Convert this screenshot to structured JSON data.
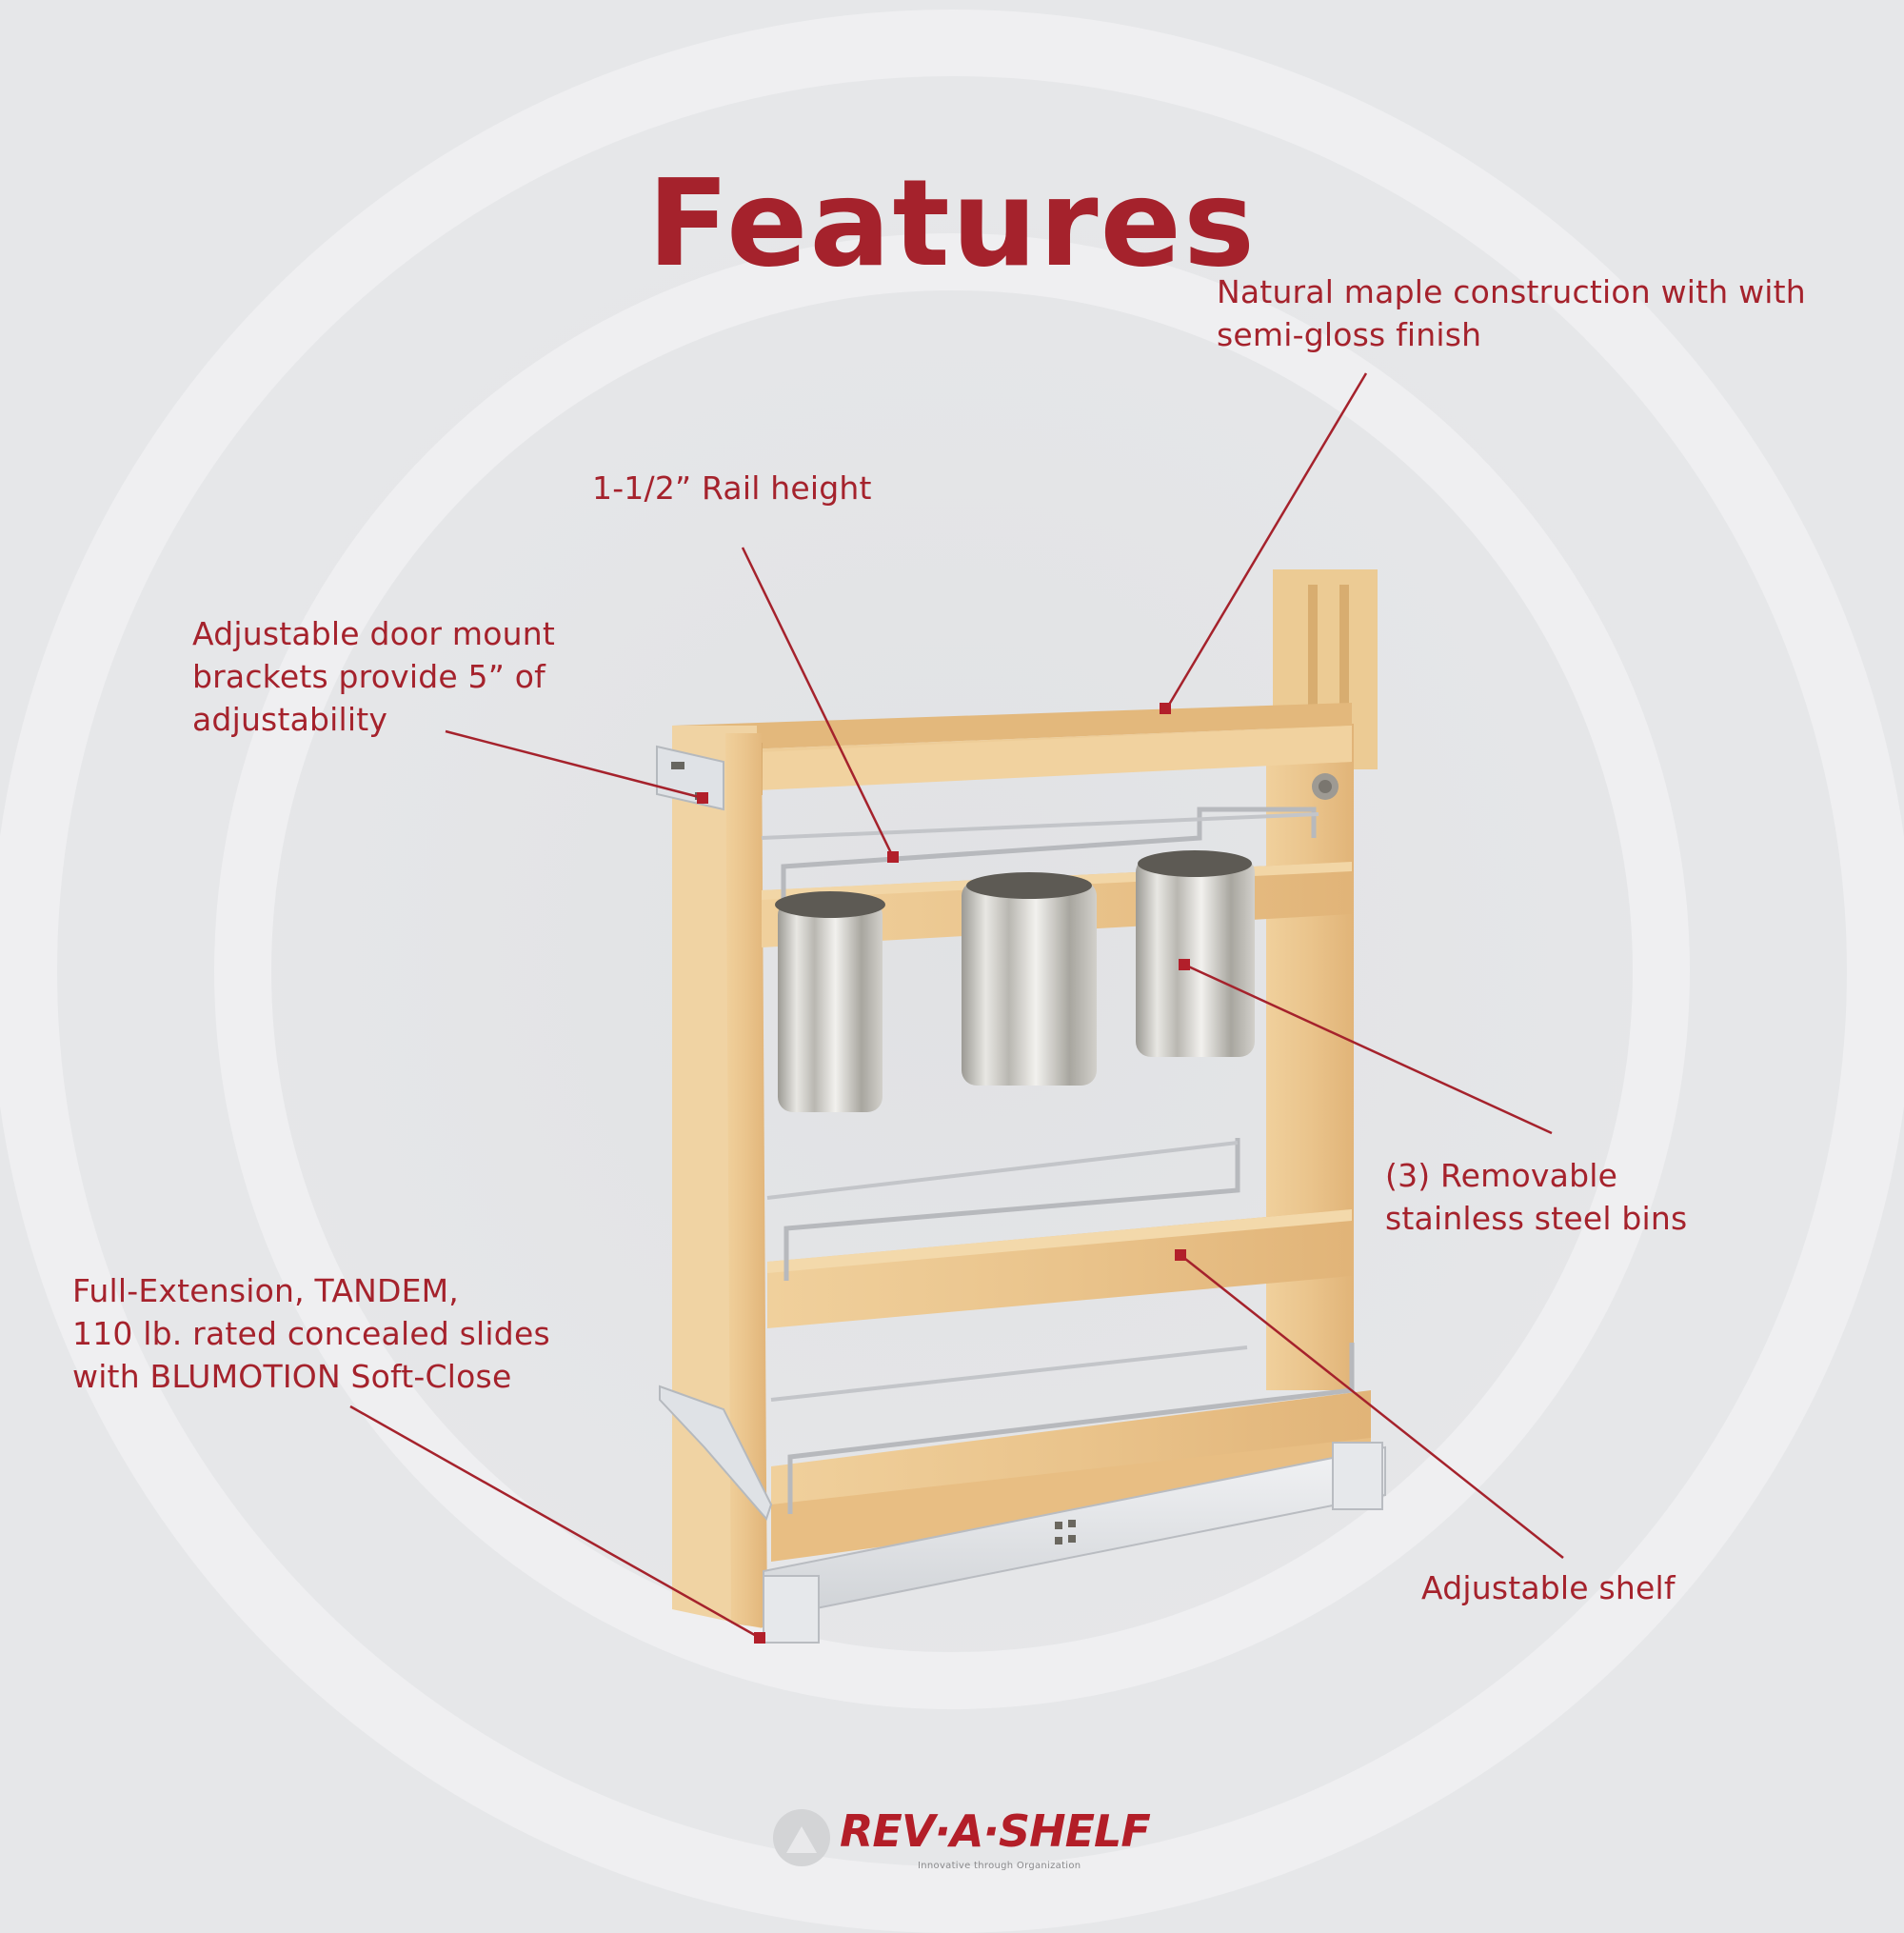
{
  "title": "Features",
  "callouts": {
    "maple": [
      "Natural maple construction with with",
      "semi-gloss finish"
    ],
    "rail": [
      "1-1/2” Rail height"
    ],
    "brackets": [
      "Adjustable door mount",
      "brackets provide 5” of",
      "adjustability"
    ],
    "bins": [
      "(3) Removable",
      "stainless steel bins"
    ],
    "slides": [
      "Full-Extension, TANDEM,",
      "110 lb. rated concealed slides",
      "with BLUMOTION Soft-Close"
    ],
    "shelf": [
      "Adjustable shelf"
    ]
  },
  "product": {
    "name": "pull-out-organizer",
    "bins_count": 3,
    "colors": {
      "maple": "#e9c48e",
      "maple_dark": "#d9aa6c",
      "steel": "#c9c8c4",
      "rail": "#b7b9bd",
      "slide": "#e3e5e8"
    }
  },
  "logo": {
    "wordmark": "REV·A·SHELF",
    "tagline": "Innovative through Organization"
  },
  "colors": {
    "accent": "#a5222c",
    "background": "#e6e7e9"
  }
}
